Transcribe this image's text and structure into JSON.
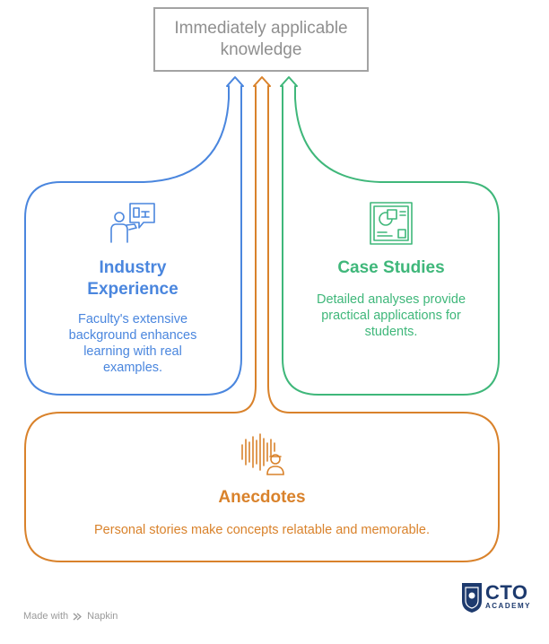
{
  "goal": {
    "label": "Immediately applicable knowledge"
  },
  "cards": {
    "industry": {
      "title": "Industry Experience",
      "description": "Faculty's extensive background enhances learning with real examples."
    },
    "case_studies": {
      "title": "Case Studies",
      "description": "Detailed analyses provide practical applications for students."
    },
    "anecdotes": {
      "title": "Anecdotes",
      "description": "Personal stories make concepts relatable and memorable."
    }
  },
  "footer": {
    "made_with": "Made with",
    "brand": "Napkin"
  },
  "logo": {
    "main": "CTO",
    "sub": "ACADEMY"
  },
  "colors": {
    "blue": "#4a86de",
    "green": "#3fb77a",
    "orange": "#d9822b",
    "gray": "#a3a3a3",
    "logo_navy": "#1d3a6e"
  },
  "icons": {
    "industry": "presenter-board-icon",
    "case_studies": "document-analysis-icon",
    "anecdotes": "soundwave-speaker-icon",
    "napkin": "napkin-logo-icon",
    "logo": "cto-academy-shield-icon"
  }
}
